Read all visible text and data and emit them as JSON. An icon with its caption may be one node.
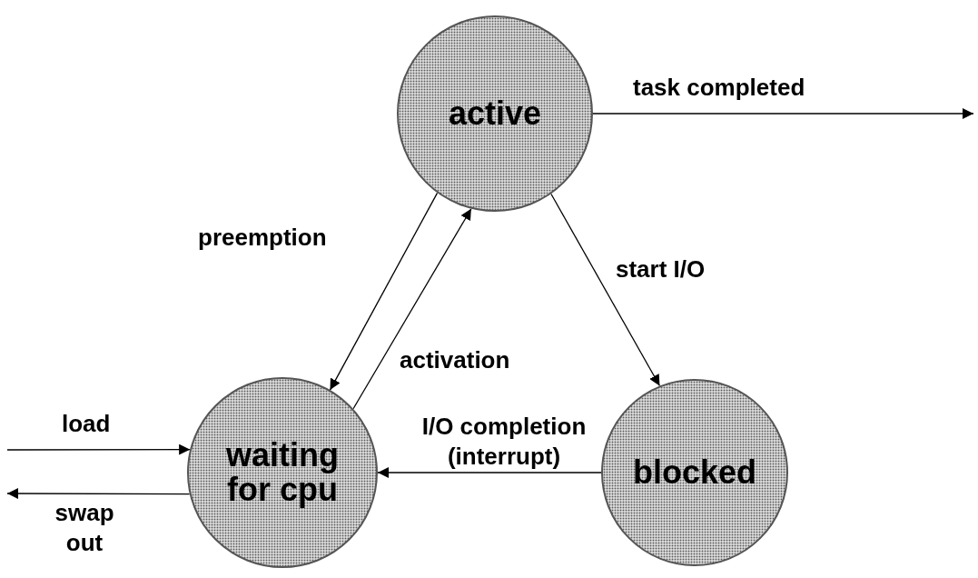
{
  "diagram": {
    "nodes": [
      {
        "text": [
          "active"
        ]
      },
      {
        "text": [
          "waiting for cpu"
        ]
      },
      {
        "text": [
          "blocked"
        ]
      }
    ],
    "edges": [
      {
        "from": 0,
        "to": null,
        "arrow": "to",
        "label": "task completed"
      },
      {
        "from": 0,
        "to": 1,
        "arrow": "to",
        "label": "preemption"
      },
      {
        "from": 1,
        "to": 0,
        "arrow": "to",
        "label": "activation"
      },
      {
        "from": 0,
        "to": 2,
        "arrow": "to",
        "label": "start I/O"
      },
      {
        "from": 2,
        "to": 1,
        "arrow": "to",
        "label": "I/O completion (interrupt)"
      },
      {
        "from": null,
        "to": 1,
        "arrow": "to",
        "label": "load"
      },
      {
        "from": 1,
        "to": null,
        "arrow": "to",
        "label": "swap out"
      }
    ]
  }
}
